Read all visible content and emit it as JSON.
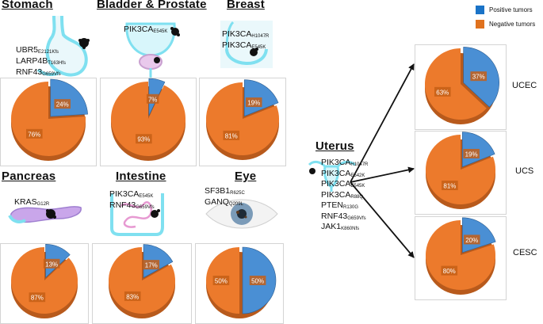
{
  "colors": {
    "positive": "#4a8fd4",
    "negative": "#ec7a2c",
    "organ": "#7fe0f0",
    "mutation_mark": "#111111"
  },
  "legend": [
    {
      "label": "Positive tumors",
      "color": "#1a73c7"
    },
    {
      "label": "Negative tumors",
      "color": "#e0721e"
    }
  ],
  "organs": [
    {
      "title": "Stomach",
      "icon": "stomach-icon",
      "mutations": [
        {
          "gene": "UBR5",
          "variant": "E2121Kfs"
        },
        {
          "gene": "LARP4B",
          "variant": "T163Hfs"
        },
        {
          "gene": "RNF43",
          "variant": "G659Vfs"
        }
      ]
    },
    {
      "title": "Bladder & Prostate",
      "icon": "bladder-prostate-icon",
      "mutations": [
        {
          "gene": "PIK3CA",
          "variant": "E545K"
        }
      ]
    },
    {
      "title": "Breast",
      "icon": "breast-icon",
      "mutations": [
        {
          "gene": "PIK3CA",
          "variant": "H1047R"
        },
        {
          "gene": "PIK3CA",
          "variant": "E545K"
        }
      ]
    },
    {
      "title": "Pancreas",
      "icon": "pancreas-icon",
      "mutations": [
        {
          "gene": "KRAS",
          "variant": "G12R"
        }
      ]
    },
    {
      "title": "Intestine",
      "icon": "intestine-icon",
      "mutations": [
        {
          "gene": "PIK3CA",
          "variant": "E545K"
        },
        {
          "gene": "RNF43",
          "variant": "G659Vfs"
        }
      ]
    },
    {
      "title": "Eye",
      "icon": "eye-icon",
      "mutations": [
        {
          "gene": "SF3B1",
          "variant": "R625C"
        },
        {
          "gene": "GANQ",
          "variant": "Q209L"
        }
      ]
    },
    {
      "title": "Uterus",
      "icon": "uterus-icon",
      "mutations": [
        {
          "gene": "PIK3CA",
          "variant": "H1047R"
        },
        {
          "gene": "PIK3CA",
          "variant": "E542K"
        },
        {
          "gene": "PIK3CA",
          "variant": "E545K"
        },
        {
          "gene": "PIK3CA",
          "variant": "R88Q"
        },
        {
          "gene": "PTEN",
          "variant": "R130G"
        },
        {
          "gene": "RNF43",
          "variant": "G659Vfs"
        },
        {
          "gene": "JAK1",
          "variant": "K860Nfs"
        }
      ]
    }
  ],
  "subtypes": [
    "UCEC",
    "UCS",
    "CESC"
  ],
  "chart_data": [
    {
      "type": "pie",
      "name": "Stomach",
      "series": [
        {
          "name": "Positive tumors",
          "value": 24,
          "label": "24%"
        },
        {
          "name": "Negative tumors",
          "value": 76,
          "label": "76%"
        }
      ]
    },
    {
      "type": "pie",
      "name": "Bladder & Prostate",
      "series": [
        {
          "name": "Positive tumors",
          "value": 7,
          "label": "7%"
        },
        {
          "name": "Negative tumors",
          "value": 93,
          "label": "93%"
        }
      ]
    },
    {
      "type": "pie",
      "name": "Breast",
      "series": [
        {
          "name": "Positive tumors",
          "value": 19,
          "label": "19%"
        },
        {
          "name": "Negative tumors",
          "value": 81,
          "label": "81%"
        }
      ]
    },
    {
      "type": "pie",
      "name": "Pancreas",
      "series": [
        {
          "name": "Positive tumors",
          "value": 13,
          "label": "13%"
        },
        {
          "name": "Negative tumors",
          "value": 87,
          "label": "87%"
        }
      ]
    },
    {
      "type": "pie",
      "name": "Intestine",
      "series": [
        {
          "name": "Positive tumors",
          "value": 17,
          "label": "17%"
        },
        {
          "name": "Negative tumors",
          "value": 83,
          "label": "83%"
        }
      ]
    },
    {
      "type": "pie",
      "name": "Eye",
      "series": [
        {
          "name": "Positive tumors",
          "value": 50,
          "label": "50%"
        },
        {
          "name": "Negative tumors",
          "value": 50,
          "label": "50%"
        }
      ]
    },
    {
      "type": "pie",
      "name": "UCEC",
      "series": [
        {
          "name": "Positive tumors",
          "value": 37,
          "label": "37%"
        },
        {
          "name": "Negative tumors",
          "value": 63,
          "label": "63%"
        }
      ]
    },
    {
      "type": "pie",
      "name": "UCS",
      "series": [
        {
          "name": "Positive tumors",
          "value": 19,
          "label": "19%"
        },
        {
          "name": "Negative tumors",
          "value": 81,
          "label": "81%"
        }
      ]
    },
    {
      "type": "pie",
      "name": "CESC",
      "series": [
        {
          "name": "Positive tumors",
          "value": 20,
          "label": "20%"
        },
        {
          "name": "Negative tumors",
          "value": 80,
          "label": "80%"
        }
      ]
    }
  ]
}
